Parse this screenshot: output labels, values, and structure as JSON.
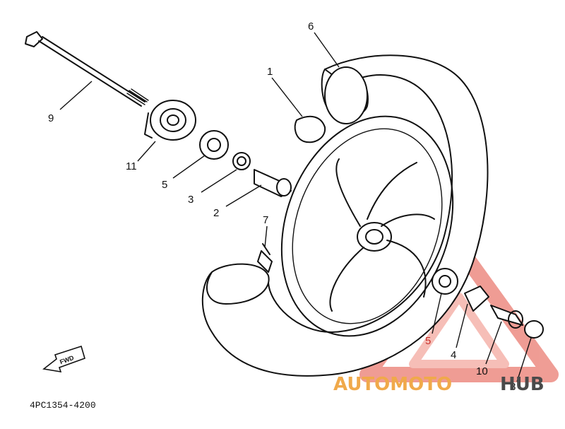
{
  "diagram": {
    "part_labels": [
      {
        "id": "p1",
        "text": "1"
      },
      {
        "id": "p2",
        "text": "2"
      },
      {
        "id": "p3",
        "text": "3"
      },
      {
        "id": "p4",
        "text": "4"
      },
      {
        "id": "p5a",
        "text": "5"
      },
      {
        "id": "p5b",
        "text": "5"
      },
      {
        "id": "p6",
        "text": "6"
      },
      {
        "id": "p7",
        "text": "7"
      },
      {
        "id": "p8",
        "text": "8"
      },
      {
        "id": "p9",
        "text": "9"
      },
      {
        "id": "p10",
        "text": "10"
      },
      {
        "id": "p11",
        "text": "11"
      }
    ],
    "fwd_arrow_text": "FWD",
    "diagram_code": "4PC1354-4200"
  },
  "watermark": {
    "brand_part1": "AUTOMOTO",
    "brand_part2": "HUB",
    "color_primary": "#d93b2b",
    "color_secondary": "#e8a24a",
    "color_dark": "#4a4a4a"
  }
}
